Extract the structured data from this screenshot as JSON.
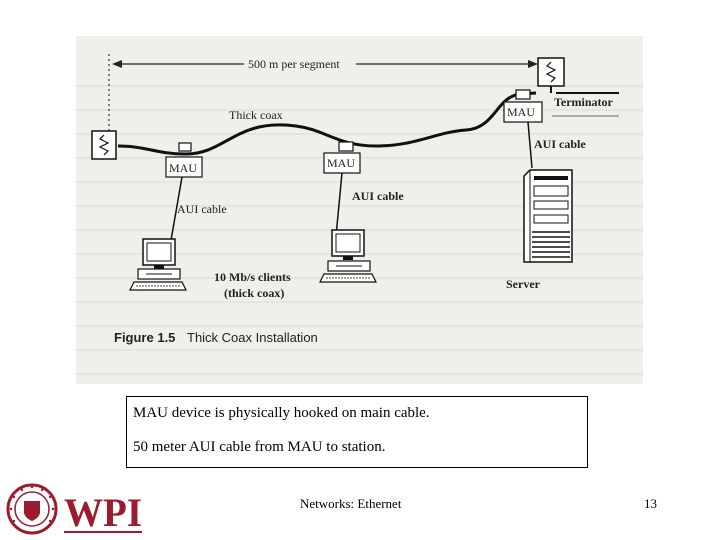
{
  "figure": {
    "segment_label": "500 m per segment",
    "coax_label": "Thick coax",
    "terminator_label": "Terminator",
    "mau_label": "MAU",
    "aui_label_left": "AUI cable",
    "aui_label_mid": "AUI cable",
    "aui_label_right": "AUI cable",
    "clients_line1": "10 Mb/s clients",
    "clients_line2": "(thick coax)",
    "server_label": "Server",
    "caption_number": "Figure 1.5",
    "caption_text": "Thick Coax Installation"
  },
  "note": {
    "line1": "MAU device is physically hooked on main cable.",
    "line2": "50 meter AUI cable from MAU to station."
  },
  "footer": {
    "logo_text": "WPI",
    "title": "Networks: Ethernet",
    "page_number": "13"
  },
  "colors": {
    "logo_red": "#9b1c2e",
    "figure_bg": "#f0efe9"
  }
}
